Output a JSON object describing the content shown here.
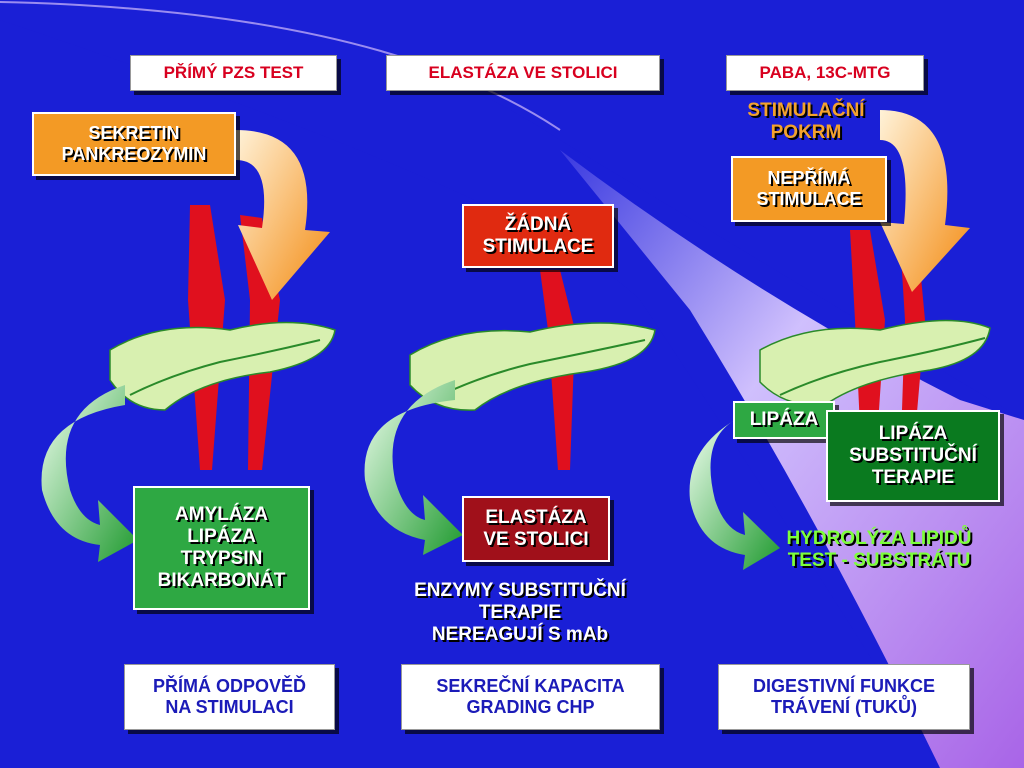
{
  "headers": [
    "PŘÍMÝ PZS TEST",
    "ELASTÁZA VE STOLICI",
    "PABA, 13C-MTG"
  ],
  "footers": [
    [
      "PŘÍMÁ ODPOVĚĎ",
      "NA STIMULACI"
    ],
    [
      "SEKREČNÍ KAPACITA",
      "GRADING CHP"
    ],
    [
      "DIGESTIVNÍ FUNKCE",
      "TRÁVENÍ (TUKŮ)"
    ]
  ],
  "col1": {
    "stim": [
      "SEKRETIN",
      "PANKREOZYMIN"
    ],
    "output": [
      "AMYLÁZA",
      "LIPÁZA",
      "TRYPSIN",
      "BIKARBONÁT"
    ]
  },
  "col2": {
    "stim": [
      "ŽÁDNÁ",
      "STIMULACE"
    ],
    "output": [
      "ELASTÁZA",
      "VE STOLICI"
    ],
    "note": [
      "ENZYMY SUBSTITUČNÍ",
      "TERAPIE",
      "NEREAGUJÍ S mAb"
    ]
  },
  "col3": {
    "meal": [
      "STIMULAČNÍ",
      "POKRM"
    ],
    "stim": [
      "NEPŘÍMÁ",
      "STIMULACE"
    ],
    "lipase": "LIPÁZA",
    "therapy": [
      "LIPÁZA",
      "SUBSTITUČNÍ",
      "TERAPIE"
    ],
    "hydrolysis": [
      "HYDROLÝZA LIPIDŮ",
      "TEST - SUBSTRÁTU"
    ]
  },
  "colors": {
    "background": "#1a1fd6",
    "accent_purple": "#b070e6",
    "header_red": "#d8001f",
    "footer_blue": "#1b1bb8"
  }
}
